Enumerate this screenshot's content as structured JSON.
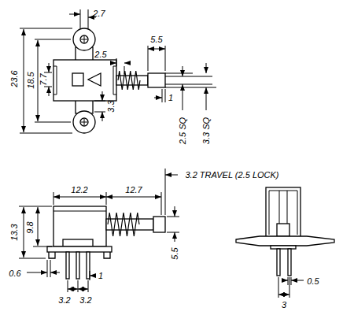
{
  "diagram": {
    "labels": [
      "2.7",
      "5.5",
      "2.5",
      "23.6",
      "18.5",
      "7.7",
      "1",
      "3.3",
      "2.5 SQ",
      "3.3 SQ",
      "3.2 TRAVEL (2.5 LOCK)",
      "12.2",
      "12.7",
      "13.3",
      "9.8",
      "5.5",
      "0.6",
      "1",
      "3.2",
      "3.2",
      "0.5",
      "3"
    ]
  }
}
